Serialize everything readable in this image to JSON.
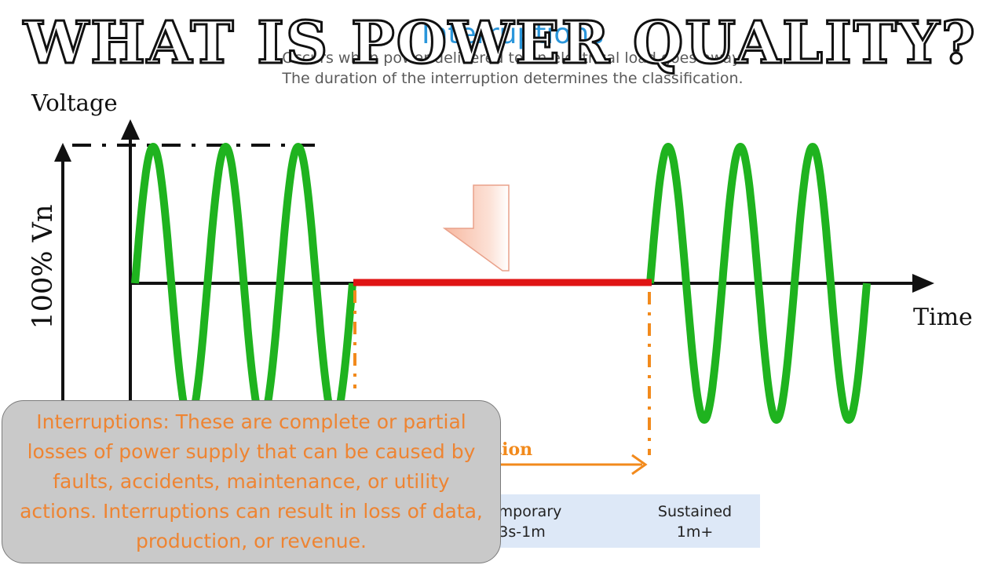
{
  "slide": {
    "title": "WHAT IS POWER QUALITY?"
  },
  "diagram": {
    "header_title": "Interruptions",
    "header_line1": "Occurs when power delivered to an electrical load goes away.",
    "header_line2": "The duration of the interruption determines the classification.",
    "y_axis_label": "Voltage",
    "y_scale_label": "100% Vn",
    "x_axis_label": "Time",
    "duration_label": "Duration",
    "wave_color": "#1fb31f",
    "interruption_color": "#e01414",
    "marker_color": "#f28a1c"
  },
  "classification": {
    "temporary": {
      "name": "Temporary",
      "range": "3s-1m"
    },
    "sustained": {
      "name": "Sustained",
      "range": "1m+"
    }
  },
  "callout": {
    "text": "Interruptions: These are complete or partial losses of power supply that can be caused by faults, accidents, maintenance, or utility actions. Interruptions can result in loss of data, production, or revenue."
  }
}
